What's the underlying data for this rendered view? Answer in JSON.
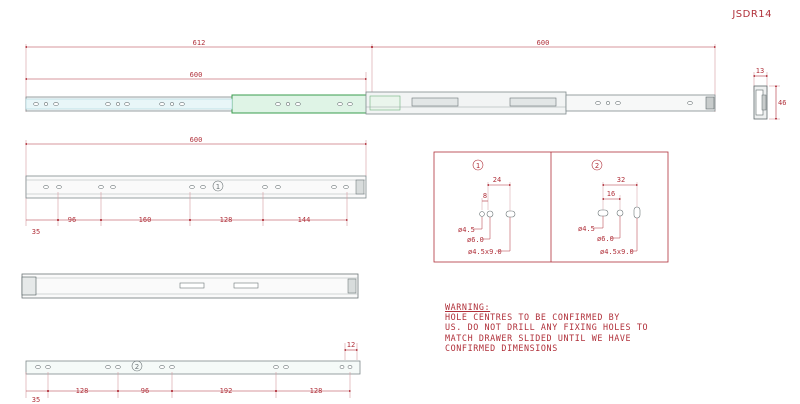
{
  "title_code": "JSDR14",
  "dimensions": {
    "top_total": "612",
    "top_extension": "600",
    "top_closed": "600",
    "end_width": "13",
    "end_height": "46",
    "side_length": "600",
    "side_spacings": [
      "96",
      "160",
      "128",
      "144"
    ],
    "side_offset": "35",
    "bottom_end": "12",
    "bottom_spacings": [
      "128",
      "96",
      "192",
      "128"
    ],
    "bottom_offset": "35"
  },
  "markers": {
    "one": "1",
    "two": "2"
  },
  "detail_one": {
    "d1": "24",
    "d2": "8",
    "holes": [
      "ø4.5",
      "ø6.0",
      "ø4.5x9.0"
    ]
  },
  "detail_two": {
    "d1": "32",
    "d2": "16",
    "holes": [
      "ø4.5",
      "ø6.0",
      "ø4.5x9.0"
    ]
  },
  "warning": {
    "title": "WARNING:",
    "lines": [
      "HOLE CENTRES TO BE CONFIRMED BY",
      "US. DO NOT DRILL ANY FIXING HOLES TO",
      "MATCH DRAWER SLIDED UNTIL WE HAVE",
      "CONFIRMED DIMENSIONS"
    ]
  }
}
